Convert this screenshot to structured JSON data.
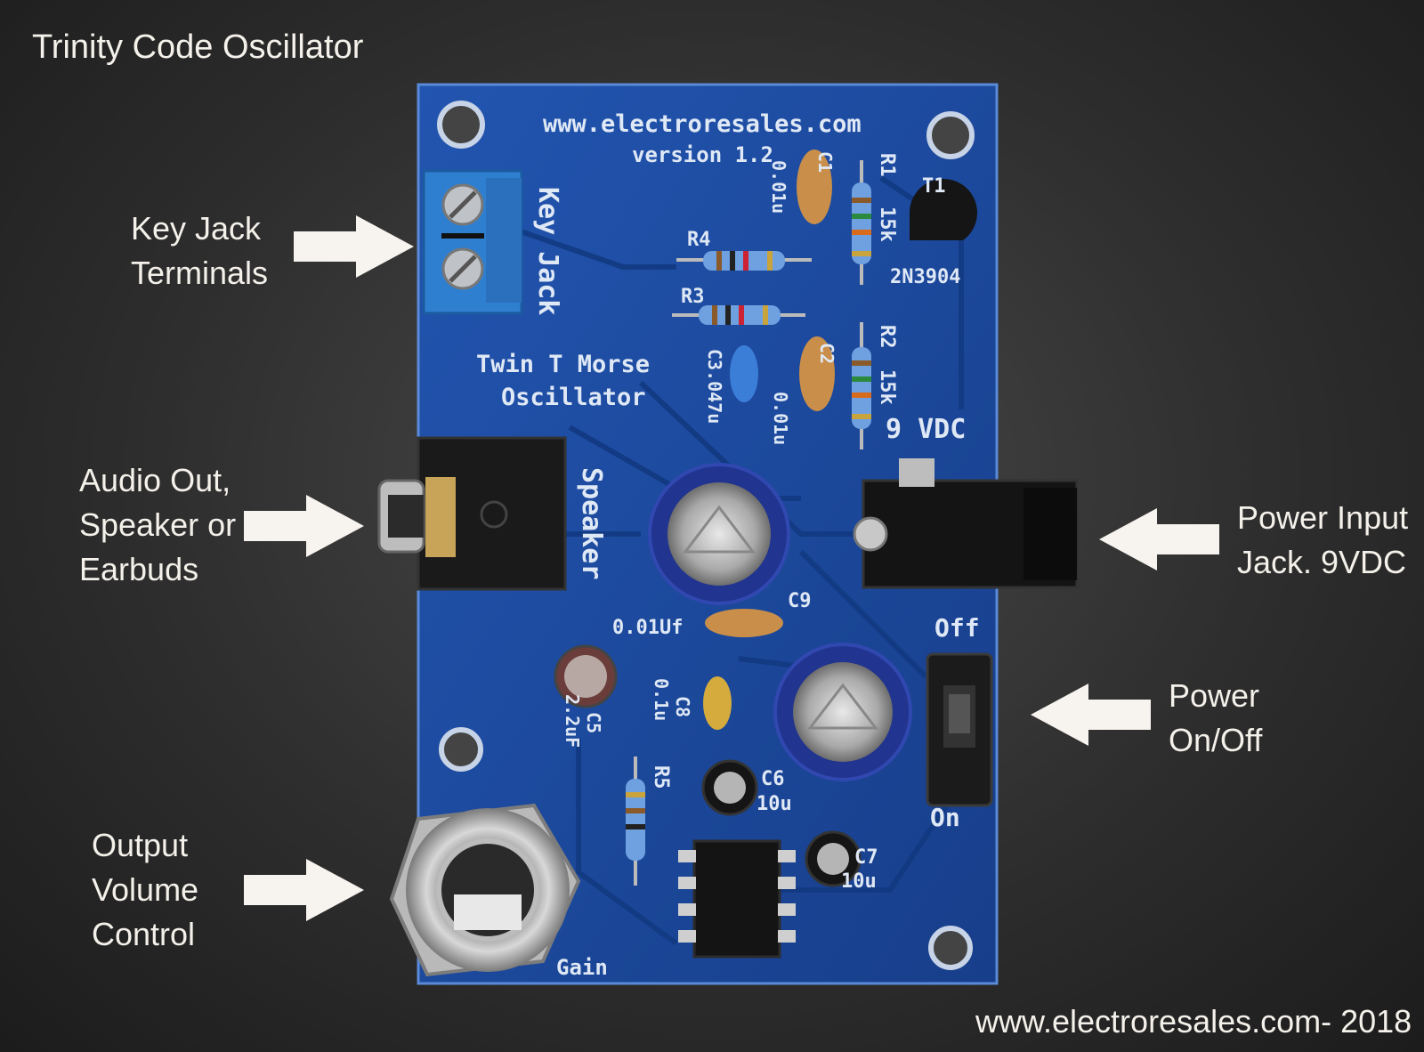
{
  "image": {
    "title": "Trinity Code Oscillator",
    "footer": "www.electroresales.com- 2018"
  },
  "callouts": {
    "key_jack": [
      "Key Jack",
      "Terminals"
    ],
    "audio_out": [
      "Audio Out,",
      "Speaker or",
      "Earbuds"
    ],
    "output_volume": [
      "Output",
      "Volume",
      "Control"
    ],
    "power_input": [
      "Power Input",
      "Jack. 9VDC"
    ],
    "power_switch": [
      "Power",
      "On/Off"
    ]
  },
  "board": {
    "website": "www.electroresales.com",
    "version": "version 1.2",
    "key_jack": "Key Jack",
    "product_line1": "Twin T Morse",
    "product_line2": "Oscillator",
    "speaker": "Speaker",
    "voltage": "9 VDC",
    "off": "Off",
    "on": "On",
    "gain": "Gain",
    "transistor": "2N3904",
    "t1": "T1",
    "r1": "R1",
    "r1_val": "15k",
    "r2": "R2",
    "r2_val": "15k",
    "r3": "R3",
    "r4": "R4",
    "r5": "R5",
    "c1": "C1",
    "c1_val": "0.01u",
    "c2": "C2",
    "c2_val": "0.01u",
    "c3": "C3.047u",
    "c5": "C5",
    "c5_val": "2.2uF",
    "c6": "C6",
    "c6_val": "10u",
    "c7": "C7",
    "c7_val": "10u",
    "c8": "C8",
    "c8_val": "0.1u",
    "c9": "C9",
    "c9_val": "0.01Uf"
  },
  "colors": {
    "pcb": "#1c4aa0",
    "terminal_block": "#2f7fd0",
    "label_text": "#f4f0ea",
    "arrow": "#f7f4ef"
  }
}
